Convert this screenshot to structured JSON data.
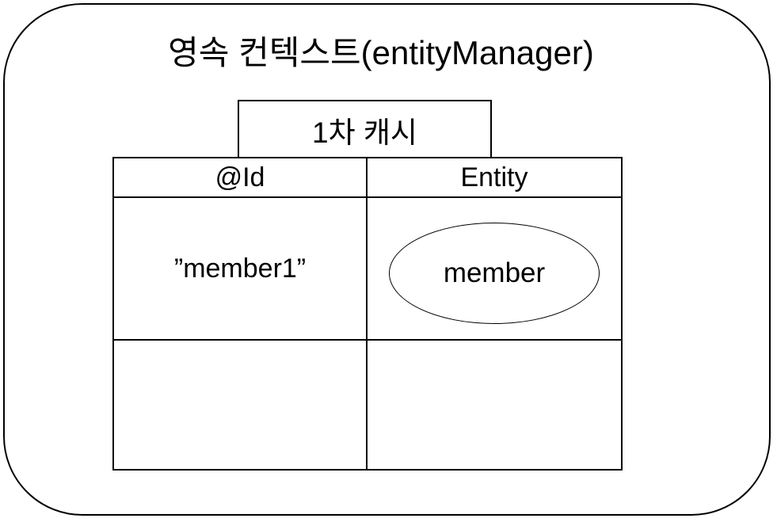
{
  "diagram": {
    "title": "영속 컨텍스트(entityManager)",
    "cache_box_label": "1차 캐시",
    "table": {
      "columns": [
        "@Id",
        "Entity"
      ],
      "rows": [
        {
          "id": "”member1”",
          "entity": "member"
        },
        {
          "id": "",
          "entity": ""
        }
      ]
    },
    "colors": {
      "line": "#000000",
      "background": "#ffffff",
      "text": "#000000"
    }
  }
}
